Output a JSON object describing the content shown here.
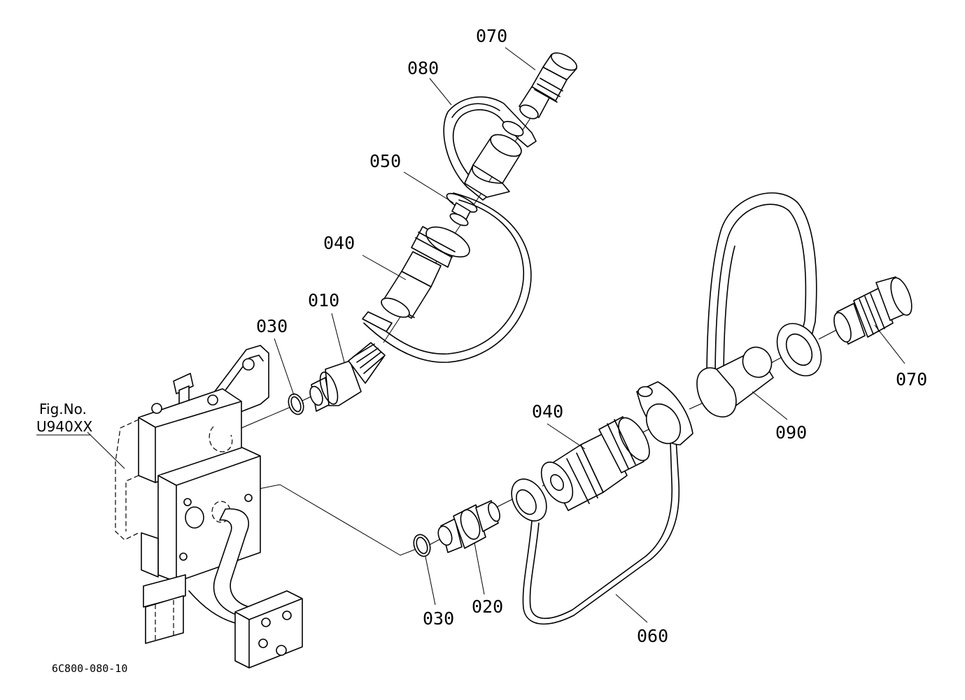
{
  "diagram": {
    "labels": {
      "p070_top": "070",
      "p080": "080",
      "p050": "050",
      "p040_top": "040",
      "p010": "010",
      "p030_top": "030",
      "fig_no": "Fig.No.",
      "fig_ref": "U940XX",
      "p070_right": "070",
      "p090": "090",
      "p040_bottom": "040",
      "p030_bottom": "030",
      "p020": "020",
      "p060": "060"
    },
    "drawing_code": "6C800-080-10"
  }
}
